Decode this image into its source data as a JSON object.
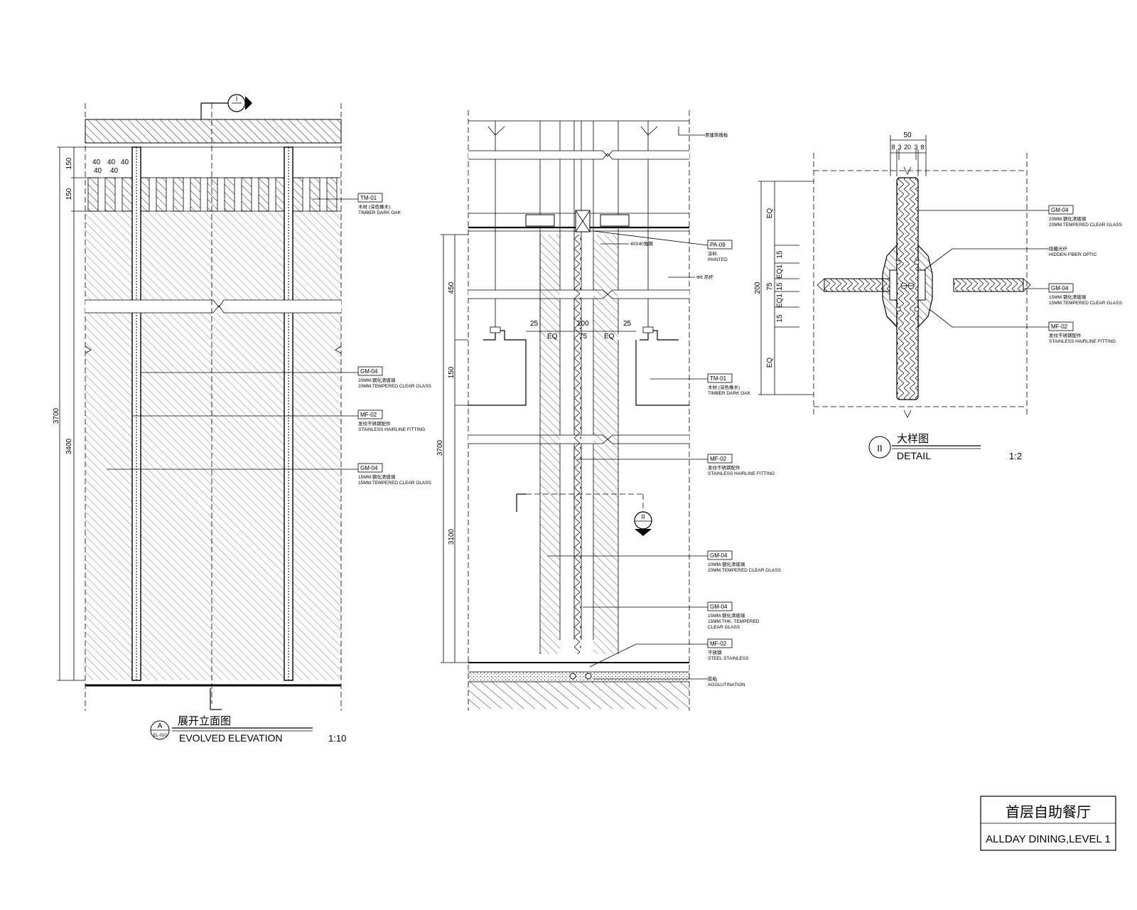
{
  "drawings": {
    "evolved_elevation": {
      "marker_letter": "A",
      "marker_ref": "EL-010",
      "title_cn": "展开立面图",
      "title_en": "EVOLVED ELEVATION",
      "scale": "1:10",
      "section_mark": "I",
      "dims": {
        "top_150a": "150",
        "top_150b": "150",
        "total": "3700",
        "inner": "3400",
        "spacing": [
          "40",
          "40",
          "40",
          "40",
          "40"
        ]
      },
      "callouts": [
        {
          "tag": "TM-01",
          "cn": "木材 (深色橡木)",
          "en": "TIMBER DARK OAK"
        },
        {
          "tag": "GM-04",
          "cn": "20MM.钢化清玻璃",
          "en": "20MM.TEMPERED CLEAR GLASS"
        },
        {
          "tag": "MF-02",
          "cn": "发纹不锈钢配件",
          "en": "STAINLESS HAIRLINE FITTING"
        },
        {
          "tag": "GM-04",
          "cn": "15MM.钢化清玻璃",
          "en": "15MM.TEMPERED CLEAR GLASS"
        }
      ]
    },
    "section": {
      "section_mark": "II",
      "dims": {
        "d450": "450",
        "d150": "150",
        "d3700": "3700",
        "d3100": "3100",
        "d25a": "25",
        "d200": "200",
        "d25b": "25",
        "eq1": "EQ",
        "d75": "75",
        "eq2": "EQ"
      },
      "callouts": [
        {
          "tag": "",
          "cn": "原建筑楼板",
          "en": ""
        },
        {
          "tag": "PA-09",
          "cn": "涂料",
          "en": "PAINTED"
        },
        {
          "tag": "",
          "cn": "40X40角钢",
          "en": ""
        },
        {
          "tag": "",
          "cn": "Φ8 吊杆",
          "en": ""
        },
        {
          "tag": "TM-01",
          "cn": "木材 (深色橡木)",
          "en": "TIMBER DARK OAK"
        },
        {
          "tag": "MF-02",
          "cn": "发纹不锈钢配件",
          "en": "STAINLESS HAIRLINE FITTING"
        },
        {
          "tag": "GM-04",
          "cn": "20MM.钢化清玻璃",
          "en": "20MM.TEMPERED CLEAR GLASS"
        },
        {
          "tag": "GM-04",
          "cn": "15MM.钢化清玻璃",
          "en": "15MM.THK. TEMPERED",
          "en2": "CLEAR GLASS"
        },
        {
          "tag": "MF-02",
          "cn": "不锈钢",
          "en": "STEEL STAINLESS"
        },
        {
          "tag": "",
          "cn": "胶粘",
          "en": "AGGLUTINATION"
        }
      ]
    },
    "detail": {
      "marker": "II",
      "title_cn": "大样图",
      "title_en": "DETAIL",
      "scale": "1:2",
      "dims": {
        "top_total": "50",
        "top_parts": [
          "8",
          "3",
          "20",
          "3",
          "8"
        ],
        "left_total": "200",
        "eq_top": "EQ",
        "d15a": "15",
        "eq1a": "EQ1",
        "d75": "75",
        "eq1b": "EQ1",
        "d15b": "15",
        "d15c": "15",
        "eq_bottom": "EQ"
      },
      "callouts": [
        {
          "tag": "GM-04",
          "cn": "20MM.钢化清玻璃",
          "en": "20MM.TEMPERED CLEAR GLASS"
        },
        {
          "tag": "",
          "cn": "隐藏光纤",
          "en": "HIDDEN FIBER OPTIC"
        },
        {
          "tag": "GM-04",
          "cn": "15MM.钢化清玻璃",
          "en": "15MM.TEMPERED CLEAR GLASS"
        },
        {
          "tag": "MF-02",
          "cn": "发纹不锈钢配件",
          "en": "STAINLESS HAIRLINE FITTING"
        }
      ]
    }
  },
  "title_block": {
    "cn": "首层自助餐厅",
    "en": "ALLDAY DINING,LEVEL 1"
  }
}
